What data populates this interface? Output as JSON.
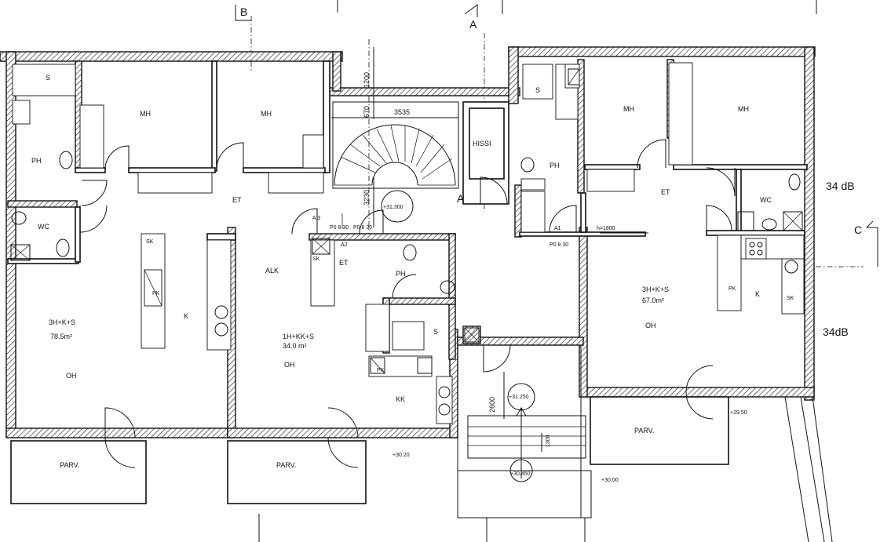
{
  "section_marks": {
    "b": "B",
    "a_top": "A",
    "a_mid": "A",
    "c": "C"
  },
  "dimensions": {
    "d1200": "1200",
    "d670": "670",
    "d3535": "3535",
    "d3230": "3230",
    "d2600": "2600",
    "d1300": "1300",
    "h1800": "h=1800"
  },
  "elevations": {
    "e31300": "+31,300",
    "e31250": "+31.250",
    "e30450": "+30.450",
    "e3020": "+30.20",
    "e3000": "+30.00",
    "e2950": "+29.50"
  },
  "sound_ratings": {
    "r1": "34 dB",
    "r2": "34dB"
  },
  "elevator": "HISSI",
  "door_codes": {
    "a3": "A 3",
    "p0830_a": "P0 8 30",
    "p0830_b": "P0 8 30",
    "a2": "A2",
    "a1": "A1",
    "p0830_c": "P0 8 30"
  },
  "apartments": {
    "left": {
      "type": "3H+K+S",
      "area": "78.5m²",
      "rooms": {
        "s": "S",
        "mh1": "MH",
        "mh2": "MH",
        "ph": "PH",
        "wc": "WC",
        "et": "ET",
        "k": "K",
        "oh": "OH",
        "parv": "PARV."
      }
    },
    "center": {
      "type": "1H+KK+S",
      "area": "34.0 m²",
      "rooms": {
        "alk": "ALK",
        "et": "ET",
        "ph": "PH",
        "s": "S",
        "oh": "OH",
        "kk": "KK",
        "parv": "PARV."
      }
    },
    "right": {
      "type": "3H+K+S",
      "area": "67.0m²",
      "rooms": {
        "s": "S",
        "ph": "PH",
        "mh1": "MH",
        "mh2": "MH",
        "et": "ET",
        "wc": "WC",
        "k": "K",
        "oh": "OH",
        "parv": "PARV."
      }
    }
  },
  "appliance_labels": {
    "pk1": "PK",
    "pk2": "PK",
    "pk3": "PK",
    "sk1": "SK",
    "sk2": "SK",
    "sk3": "SK"
  }
}
